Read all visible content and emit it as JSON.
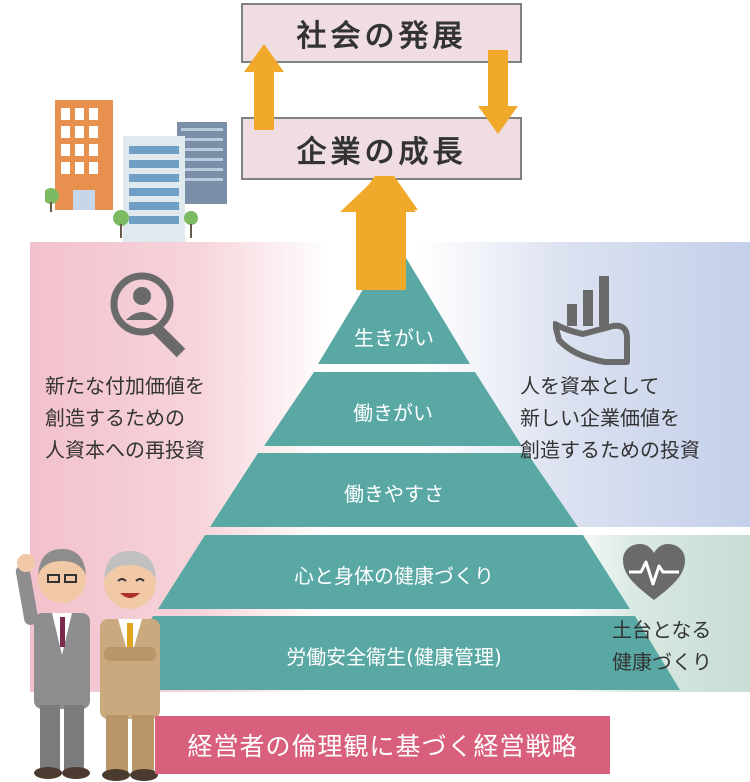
{
  "top_box": "社会の発展",
  "mid_box": "企業の成長",
  "pyramid": [
    "生きがい",
    "働きがい",
    "働きやすさ",
    "心と身体の健康づくり",
    "労働安全衛生(健康管理)"
  ],
  "left_text": [
    "新たな付加価値を",
    "創造するための",
    "人資本への再投資"
  ],
  "right_text": [
    "人を資本として",
    "新しい企業価値を",
    "創造するための投資"
  ],
  "foundation_text": [
    "土台となる",
    "健康づくり"
  ],
  "bottom_banner": "経営者の倫理観に基づく経営戦略",
  "colors": {
    "pyramid": "#5aa8a4",
    "arrow": "#f0a92a",
    "banner": "#d8607c",
    "box_fill": "#efdde2",
    "left_bg": "#f2c1cc",
    "right_bg": "#c4cfea",
    "foundation_bg": "#c6ddd5"
  },
  "icons": [
    "office-buildings-icon",
    "person-search-icon",
    "hand-growth-chart-icon",
    "heart-pulse-icon",
    "businessmen-illustration"
  ]
}
